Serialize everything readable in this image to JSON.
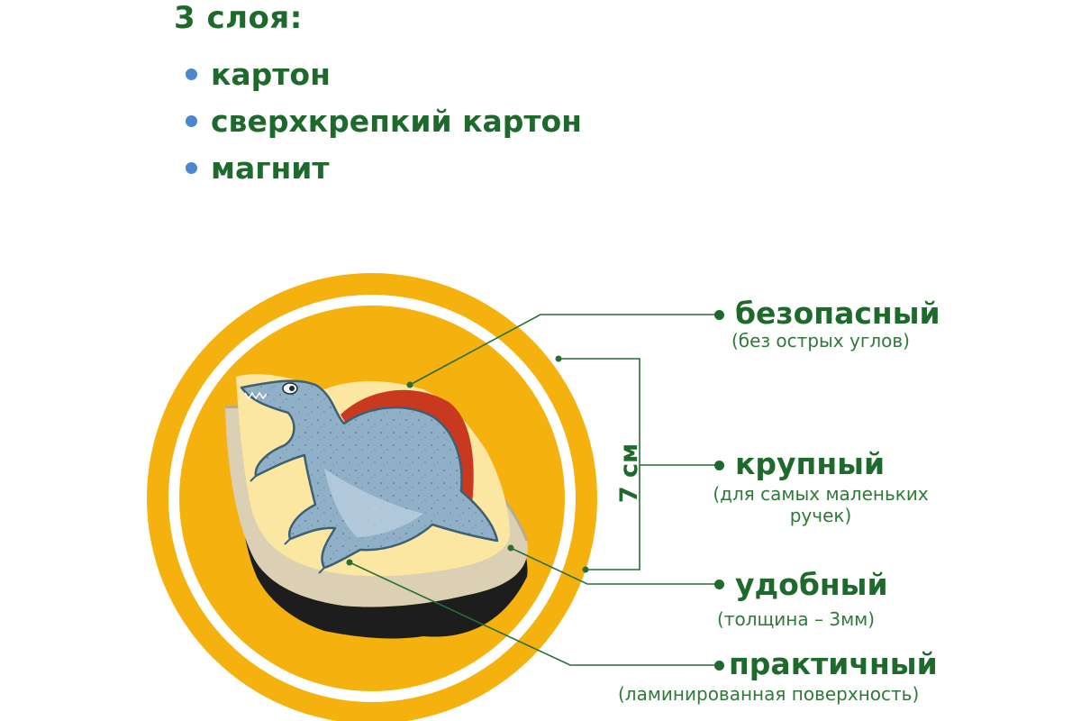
{
  "layers": {
    "title": "3 слоя:",
    "items": [
      {
        "label": "картон"
      },
      {
        "label": "сверхкрепкий картон"
      },
      {
        "label": "магнит"
      }
    ]
  },
  "dimension": {
    "label": "7 см"
  },
  "callouts": [
    {
      "title": "безопасный",
      "subtitle": "(без острых углов)"
    },
    {
      "title": "крупный",
      "subtitle_line1": "(для самых маленьких",
      "subtitle_line2": "ручек)"
    },
    {
      "title": "удобный",
      "subtitle": "(толщина – 3мм)"
    },
    {
      "title": "практичный",
      "subtitle": "(ламинированная поверхность)"
    }
  ],
  "colors": {
    "heading_green": "#1e6a2c",
    "bullet_blue": "#4b86cf",
    "ring_orange": "#f5b20f",
    "dino_blue": "#8fb0c6",
    "cardboard_beige": "#dcd0b4",
    "magnet_black": "#1d1d1d",
    "crest_red": "#c8391f",
    "sand_yellow": "#fbe7a1"
  },
  "icons": {
    "bullet": "blue-dot",
    "callout_marker": "green-dot",
    "illustration": "dinosaur-magnet"
  }
}
